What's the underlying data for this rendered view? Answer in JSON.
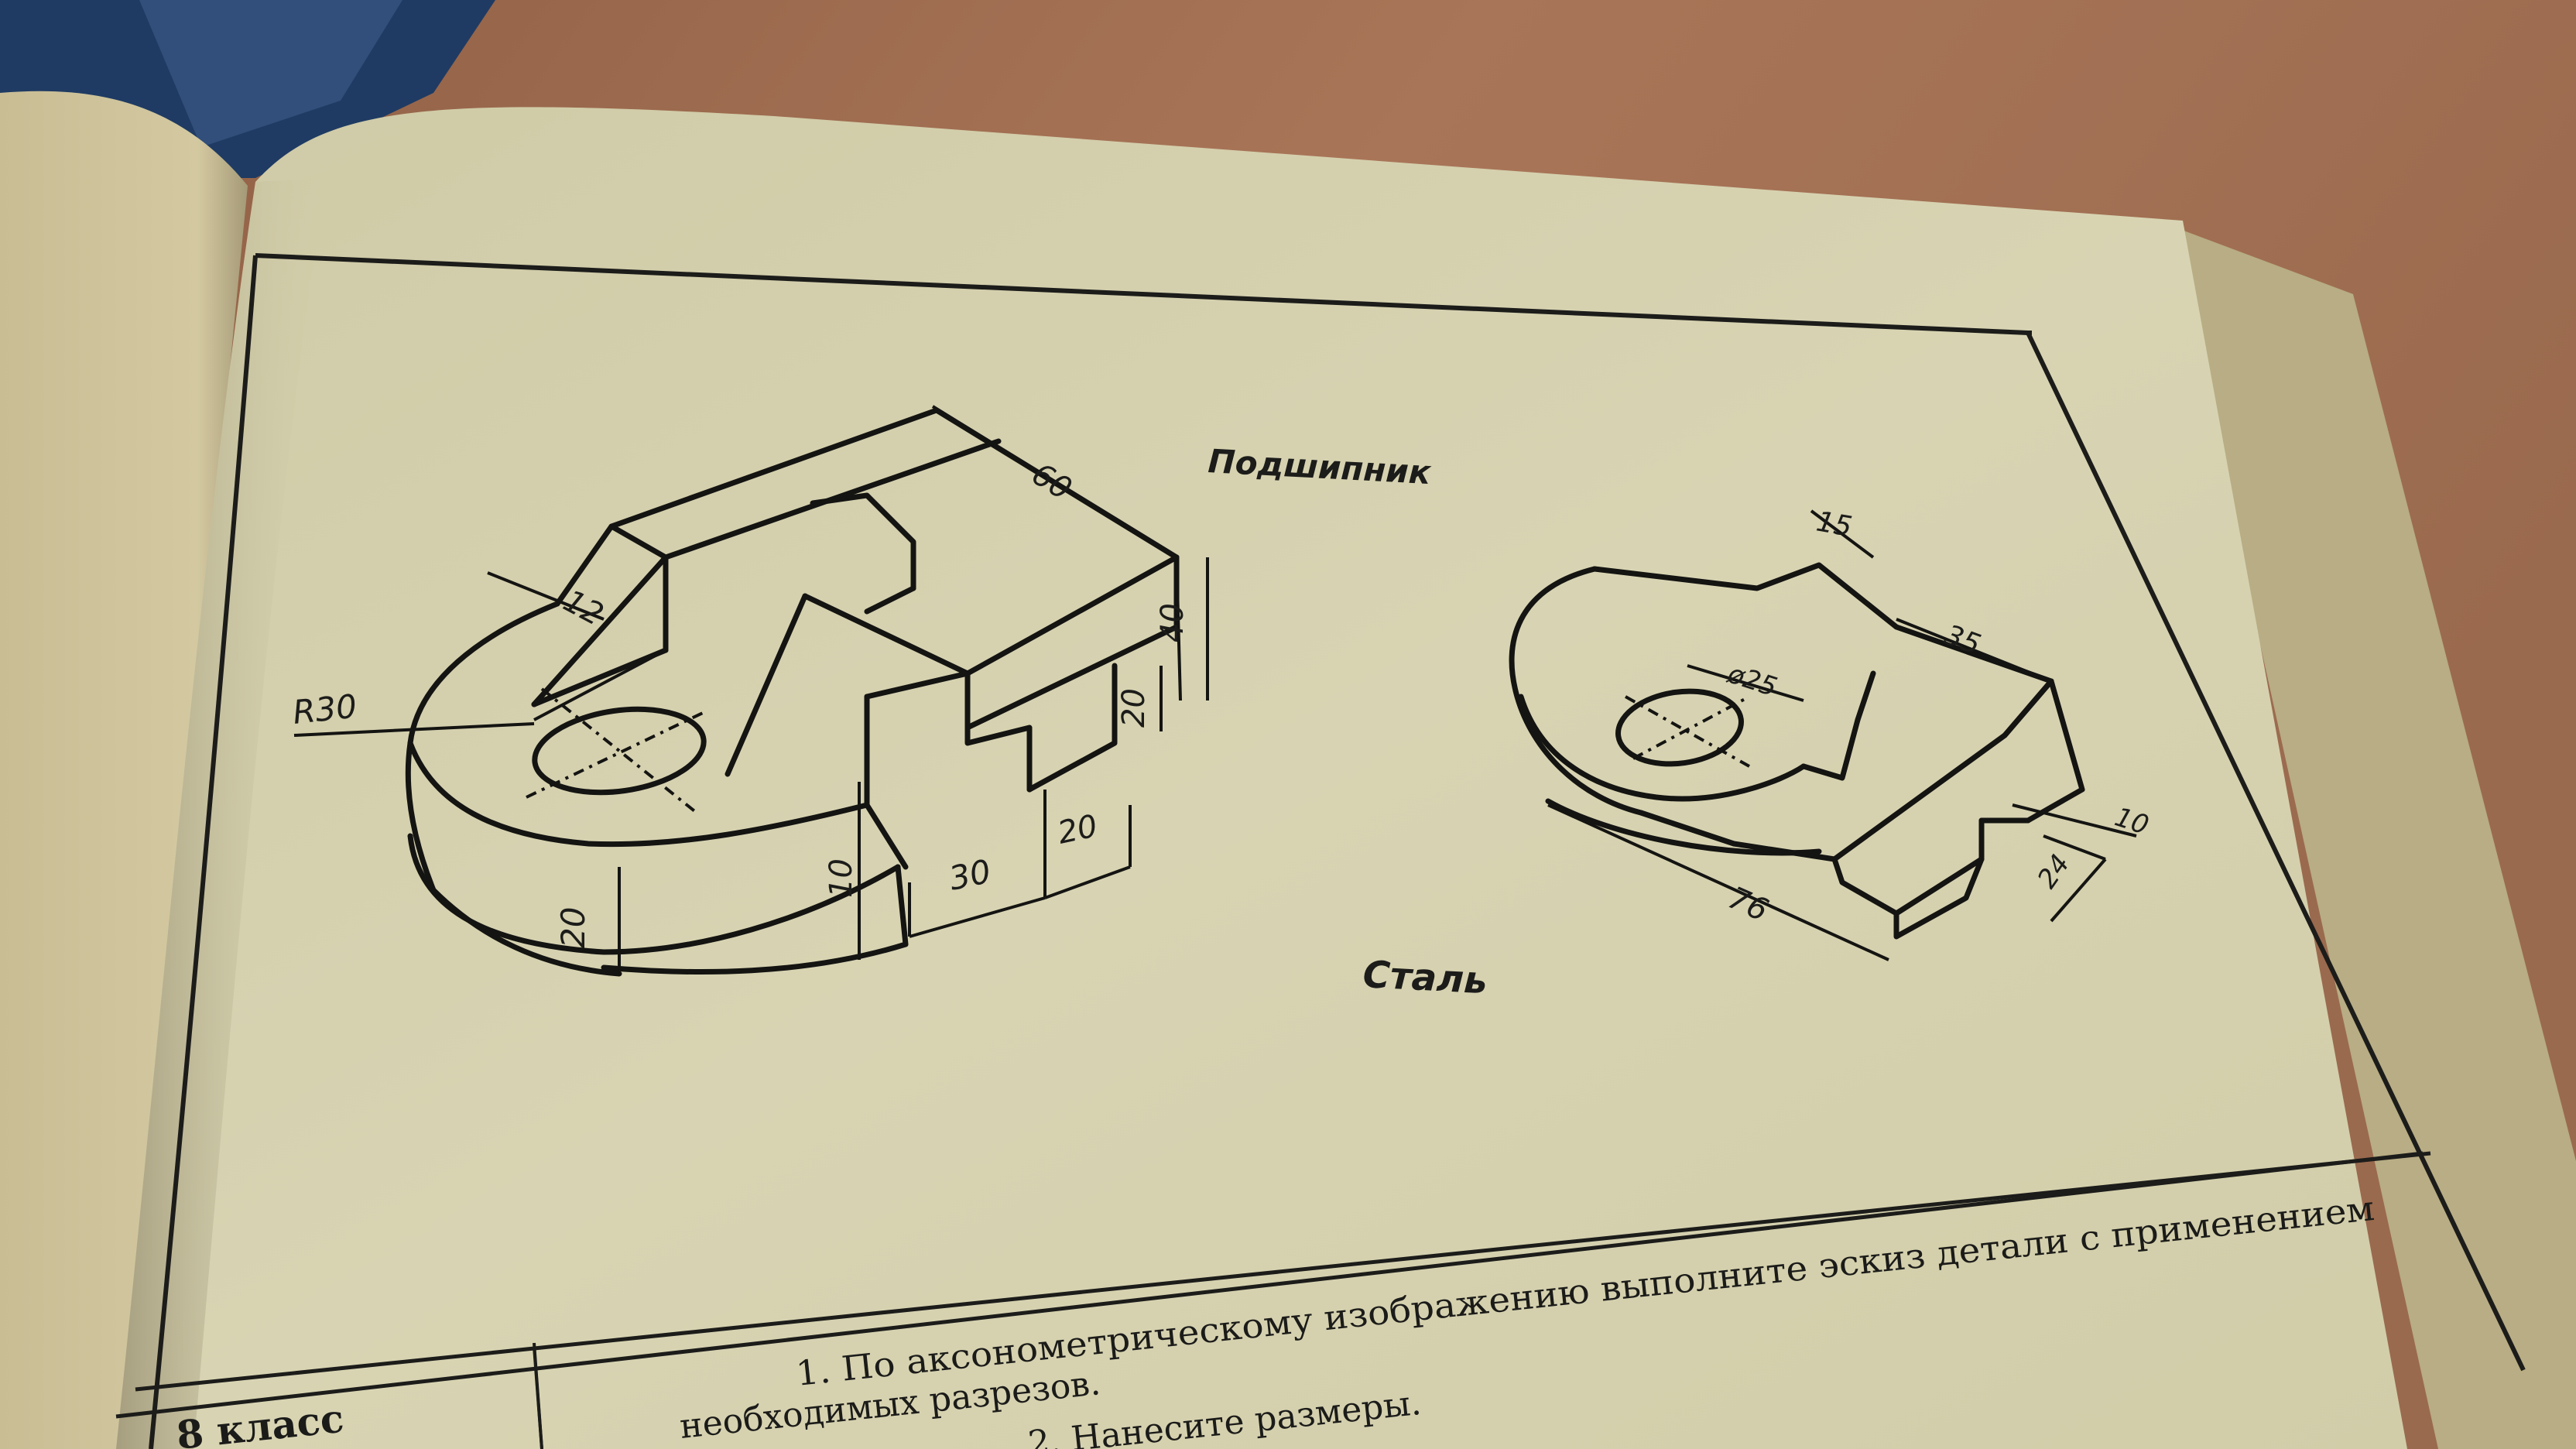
{
  "drawing": {
    "part_name": "Подшипник",
    "material": "Сталь",
    "left_view_dims": {
      "d60": "60",
      "d12": "12",
      "r30": "R30",
      "d40": "40",
      "d20_right": "20",
      "d10": "10",
      "d30": "30",
      "d20_bottom": "20",
      "d20_base": "20"
    },
    "right_view_dims": {
      "d15": "15",
      "d35": "35",
      "dia25": "ø25",
      "d10": "10",
      "d24": "24",
      "d76": "76"
    }
  },
  "page_text": {
    "class_cell": "8 класс",
    "task_line1": "1. По аксонометрическому изображению выполните эскиз детали с применением",
    "task_line2": "необходимых разрезов.",
    "task_line3": "2. Нанесите размеры."
  },
  "colors": {
    "table": "#9c6a4e",
    "page": "#d6d2b0",
    "ink": "#1c1c1a"
  }
}
